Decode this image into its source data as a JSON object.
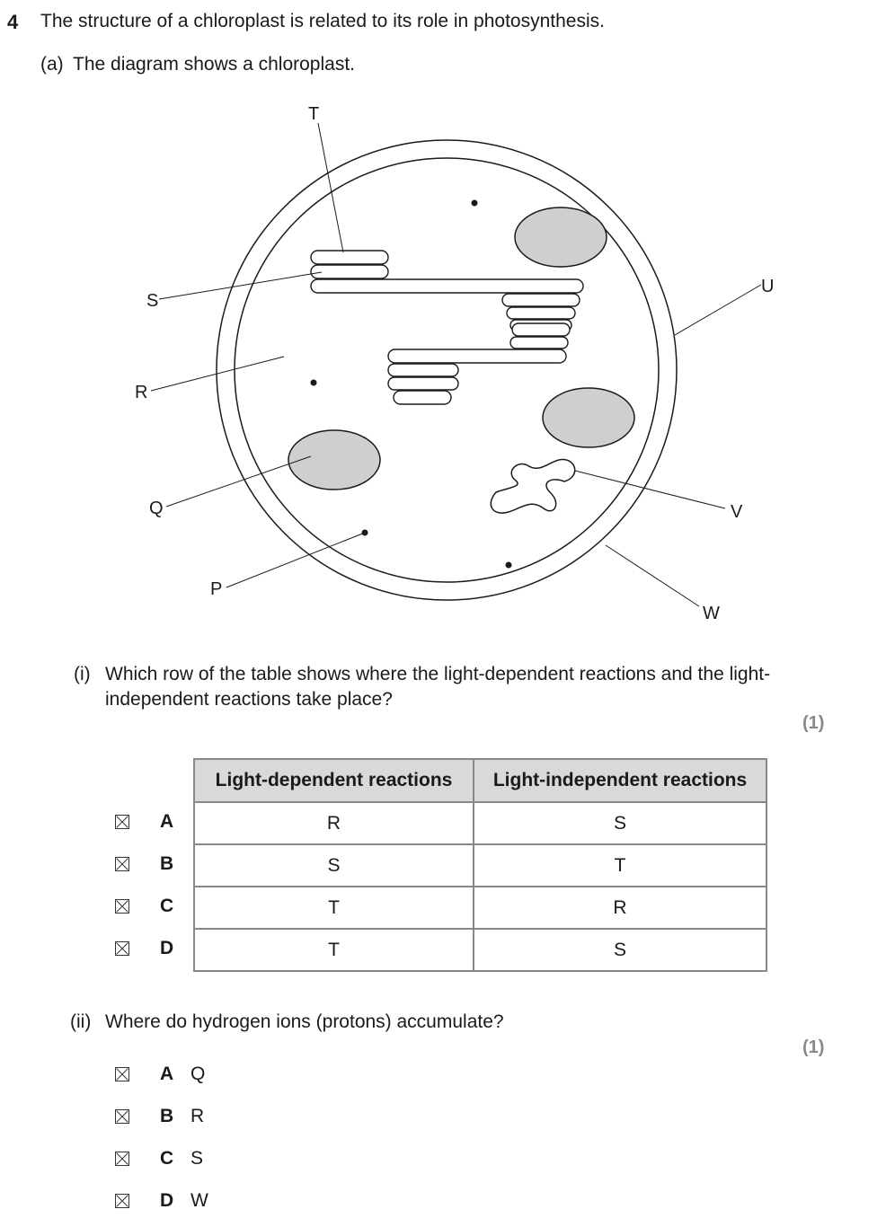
{
  "question": {
    "number": "4",
    "stem": "The structure of a chloroplast is related to its role in photosynthesis."
  },
  "part_a": {
    "label": "(a)",
    "text": "The diagram shows a chloroplast."
  },
  "diagram": {
    "labels": {
      "T": "T",
      "S": "S",
      "R": "R",
      "Q": "Q",
      "P": "P",
      "U": "U",
      "V": "V",
      "W": "W"
    }
  },
  "sub_i": {
    "label": "(i)",
    "text": "Which row of the table shows where the light-dependent reactions and the light-independent reactions take place?",
    "marks": "(1)",
    "table": {
      "headers": [
        "Light-dependent reactions",
        "Light-independent reactions"
      ],
      "rows": [
        {
          "letter": "A",
          "dependent": "R",
          "independent": "S"
        },
        {
          "letter": "B",
          "dependent": "S",
          "independent": "T"
        },
        {
          "letter": "C",
          "dependent": "T",
          "independent": "R"
        },
        {
          "letter": "D",
          "dependent": "T",
          "independent": "S"
        }
      ]
    }
  },
  "sub_ii": {
    "label": "(ii)",
    "text": "Where do hydrogen ions (protons) accumulate?",
    "marks": "(1)",
    "options": [
      {
        "letter": "A",
        "text": "Q"
      },
      {
        "letter": "B",
        "text": "R"
      },
      {
        "letter": "C",
        "text": "S"
      },
      {
        "letter": "D",
        "text": "W"
      }
    ]
  }
}
